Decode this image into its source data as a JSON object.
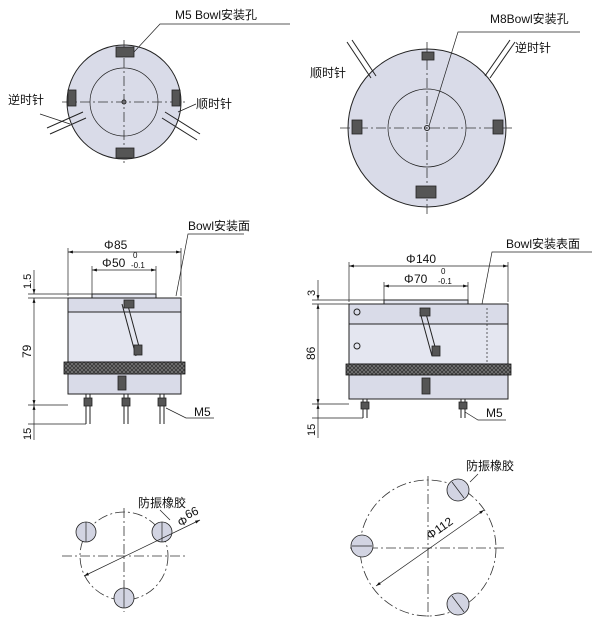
{
  "top_left": {
    "mount_hole_label": "M5 Bowl安装孔",
    "ccw_label": "逆时针",
    "cw_label": "顺时针"
  },
  "top_right": {
    "mount_hole_label": "M8Bowl安装孔",
    "ccw_label": "逆时针",
    "cw_label": "顺时针"
  },
  "mid_left": {
    "surface_label": "Bowl安装面",
    "outer_dia": "85",
    "inner_dia": "50",
    "tol_upper": "0",
    "tol_lower": "-0.1",
    "dim_top": "1.5",
    "dim_height": "79",
    "dim_pin": "15",
    "thread_label": "M5"
  },
  "mid_right": {
    "surface_label": "Bowl安装表面",
    "outer_dia": "140",
    "inner_dia": "70",
    "tol_upper": "0",
    "tol_lower": "-0.1",
    "dim_top": "3",
    "dim_height": "86",
    "dim_pin": "15",
    "thread_label": "M5"
  },
  "bottom_left": {
    "rubber_label": "防振橡胶",
    "pcd": "66",
    "phi": "Φ"
  },
  "bottom_right": {
    "rubber_label": "防振橡胶",
    "pcd": "112",
    "phi": "Φ"
  },
  "symbols": {
    "phi": "Φ"
  }
}
